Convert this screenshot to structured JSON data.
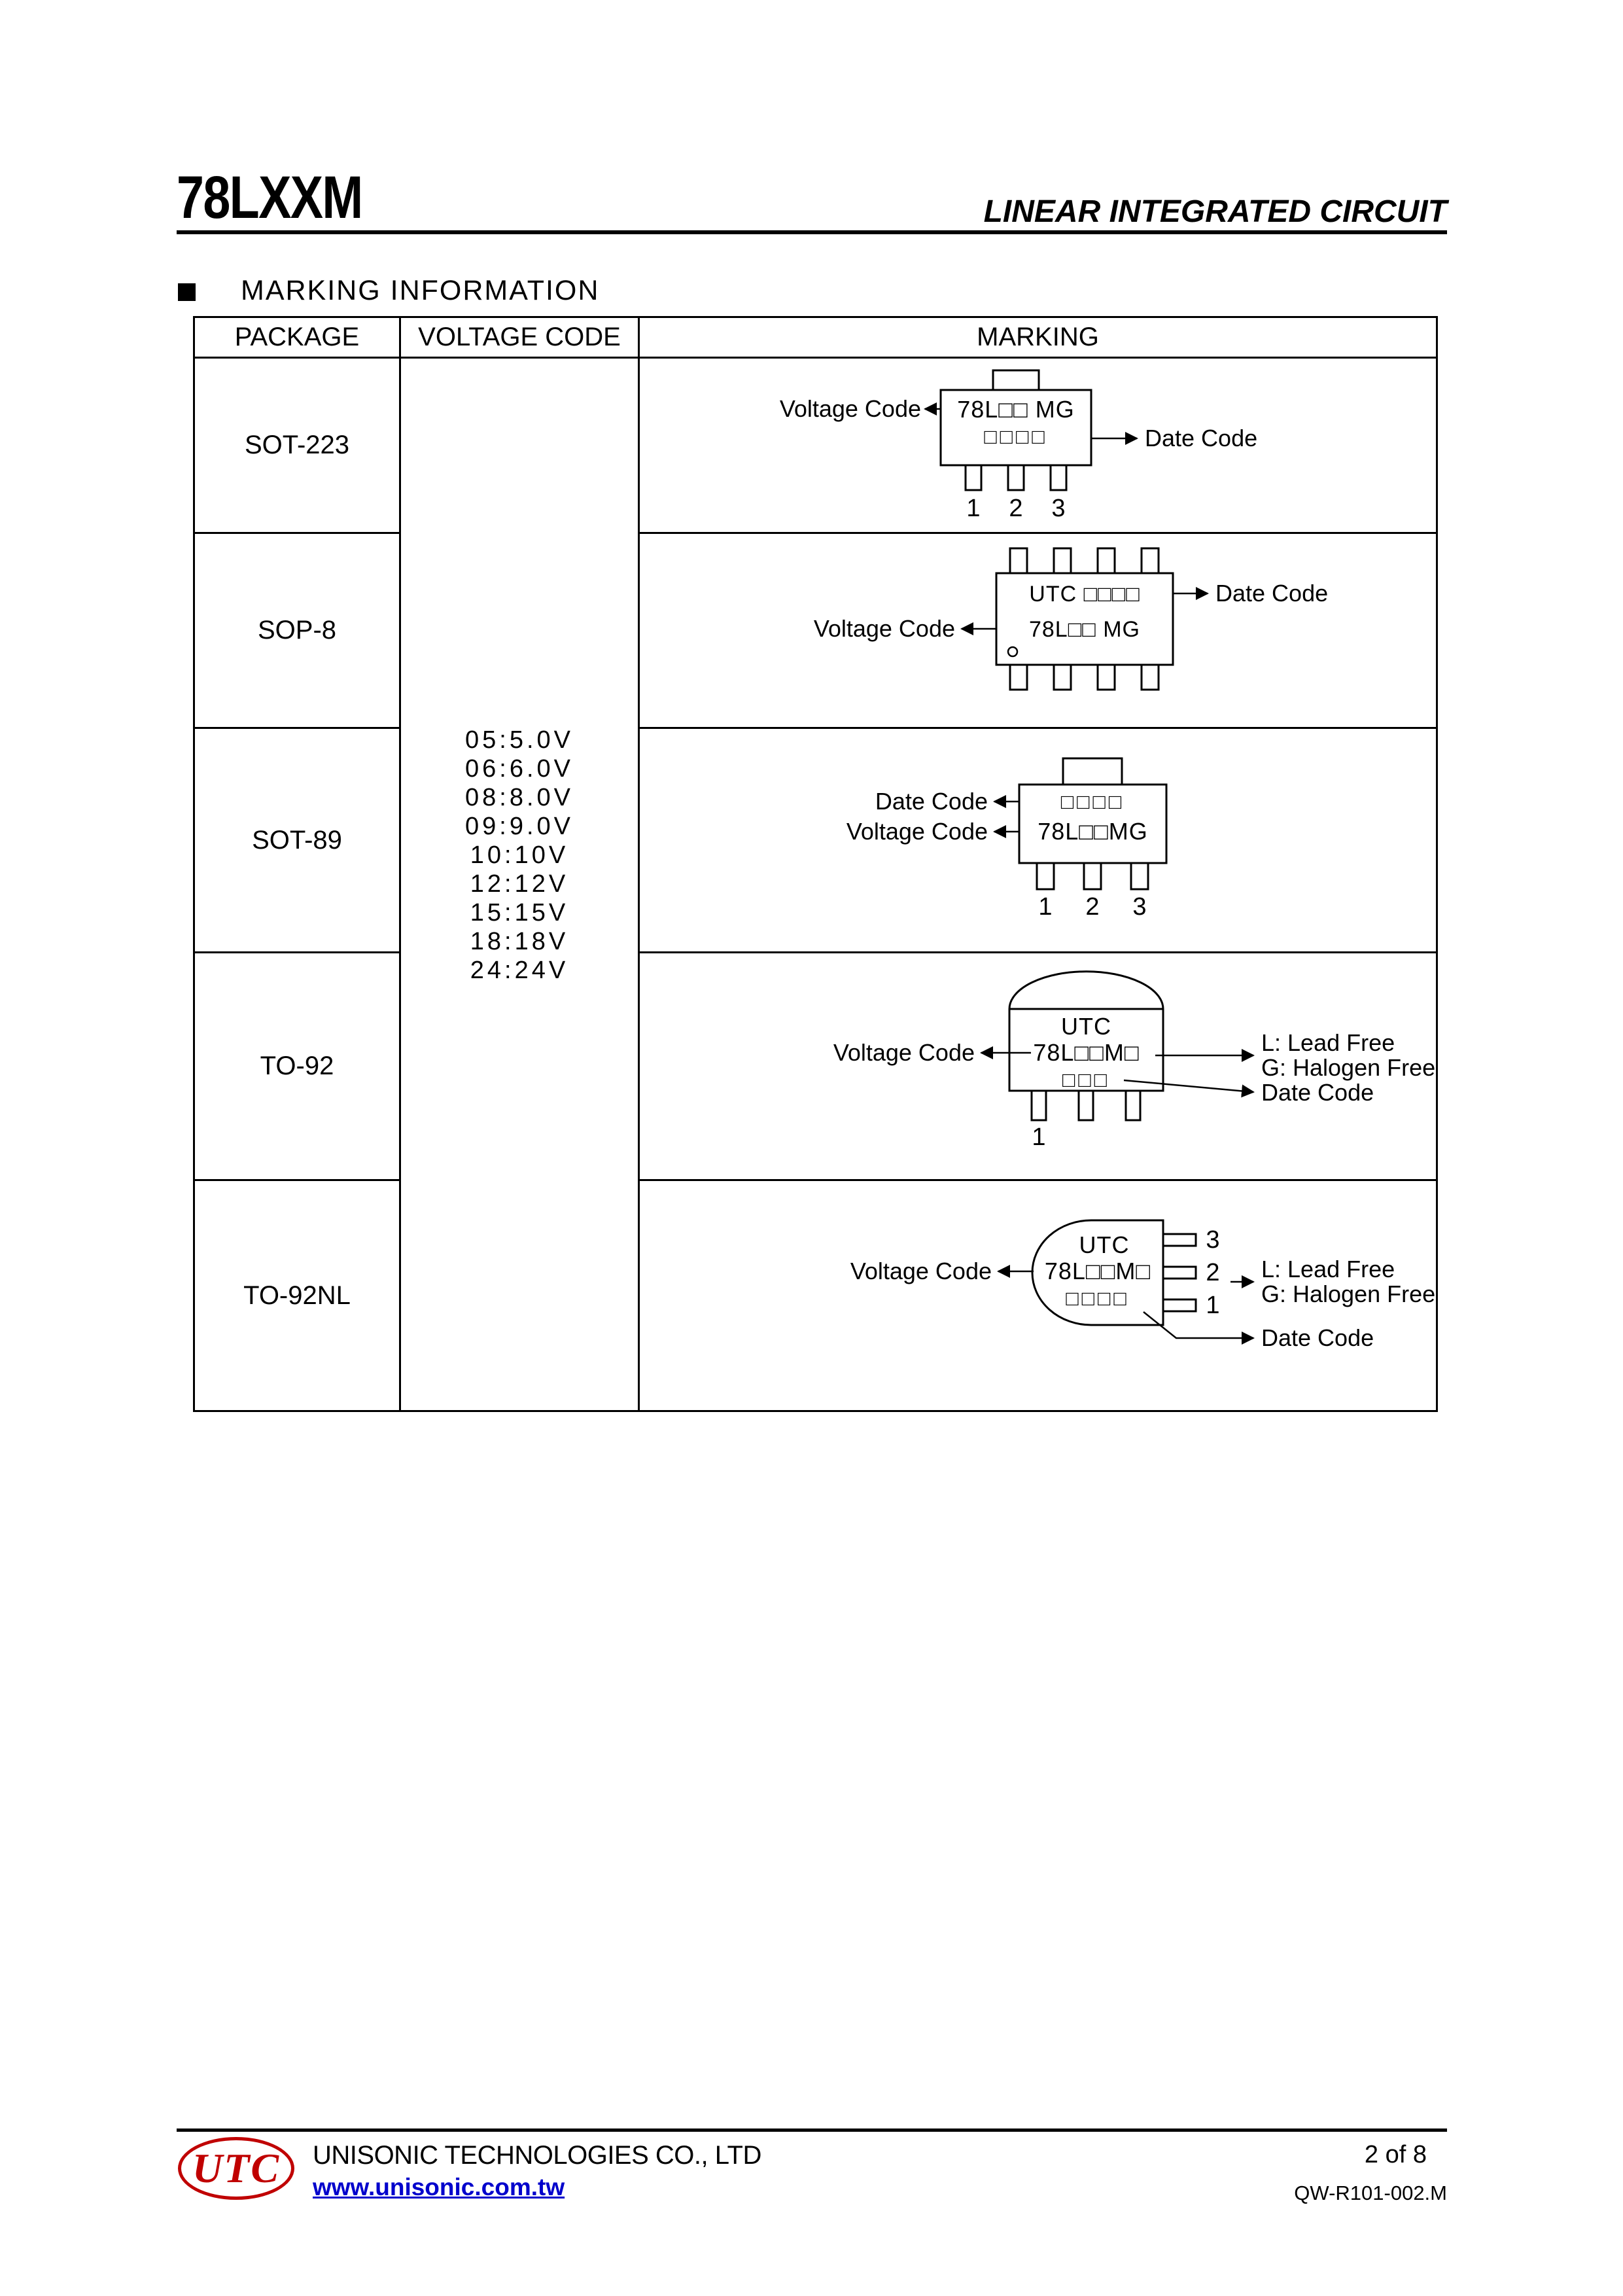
{
  "header": {
    "part_number": "78LXXM",
    "doc_title": "LINEAR INTEGRATED CIRCUIT"
  },
  "section_title": "MARKING INFORMATION",
  "table": {
    "headers": [
      "PACKAGE",
      "VOLTAGE CODE",
      "MARKING"
    ],
    "voltage_codes": [
      "05:5.0V",
      "06:6.0V",
      "08:8.0V",
      "09:9.0V",
      "10:10V",
      "12:12V",
      "15:15V",
      "18:18V",
      "24:24V"
    ]
  },
  "labels": {
    "voltage_code": "Voltage Code",
    "date_code": "Date Code",
    "lead_free": "L: Lead Free",
    "halogen_free": "G: Halogen Free"
  },
  "packages": {
    "sot223": {
      "name": "SOT-223",
      "marking": "78L□□ MG",
      "date_boxes": "□□□□",
      "pins": [
        "1",
        "2",
        "3"
      ]
    },
    "sop8": {
      "name": "SOP-8",
      "line1": "UTC □□□□",
      "line2": "78L□□ MG"
    },
    "sot89": {
      "name": "SOT-89",
      "date_boxes": "□□□□",
      "marking": "78L□□MG",
      "pins": [
        "1",
        "2",
        "3"
      ]
    },
    "to92": {
      "name": "TO-92",
      "brand": "UTC",
      "marking": "78L□□M□",
      "date_boxes": "□□□",
      "pin1": "1"
    },
    "to92nl": {
      "name": "TO-92NL",
      "brand": "UTC",
      "marking": "78L□□M□",
      "date_boxes": "□□□□",
      "leads": [
        "3",
        "2",
        "1"
      ]
    }
  },
  "footer": {
    "logo": "UTC",
    "company": "UNISONIC TECHNOLOGIES CO., LTD",
    "website": "www.unisonic.com.tw",
    "page_indicator": "2 of 8",
    "doc_number": "QW-R101-002.M"
  }
}
